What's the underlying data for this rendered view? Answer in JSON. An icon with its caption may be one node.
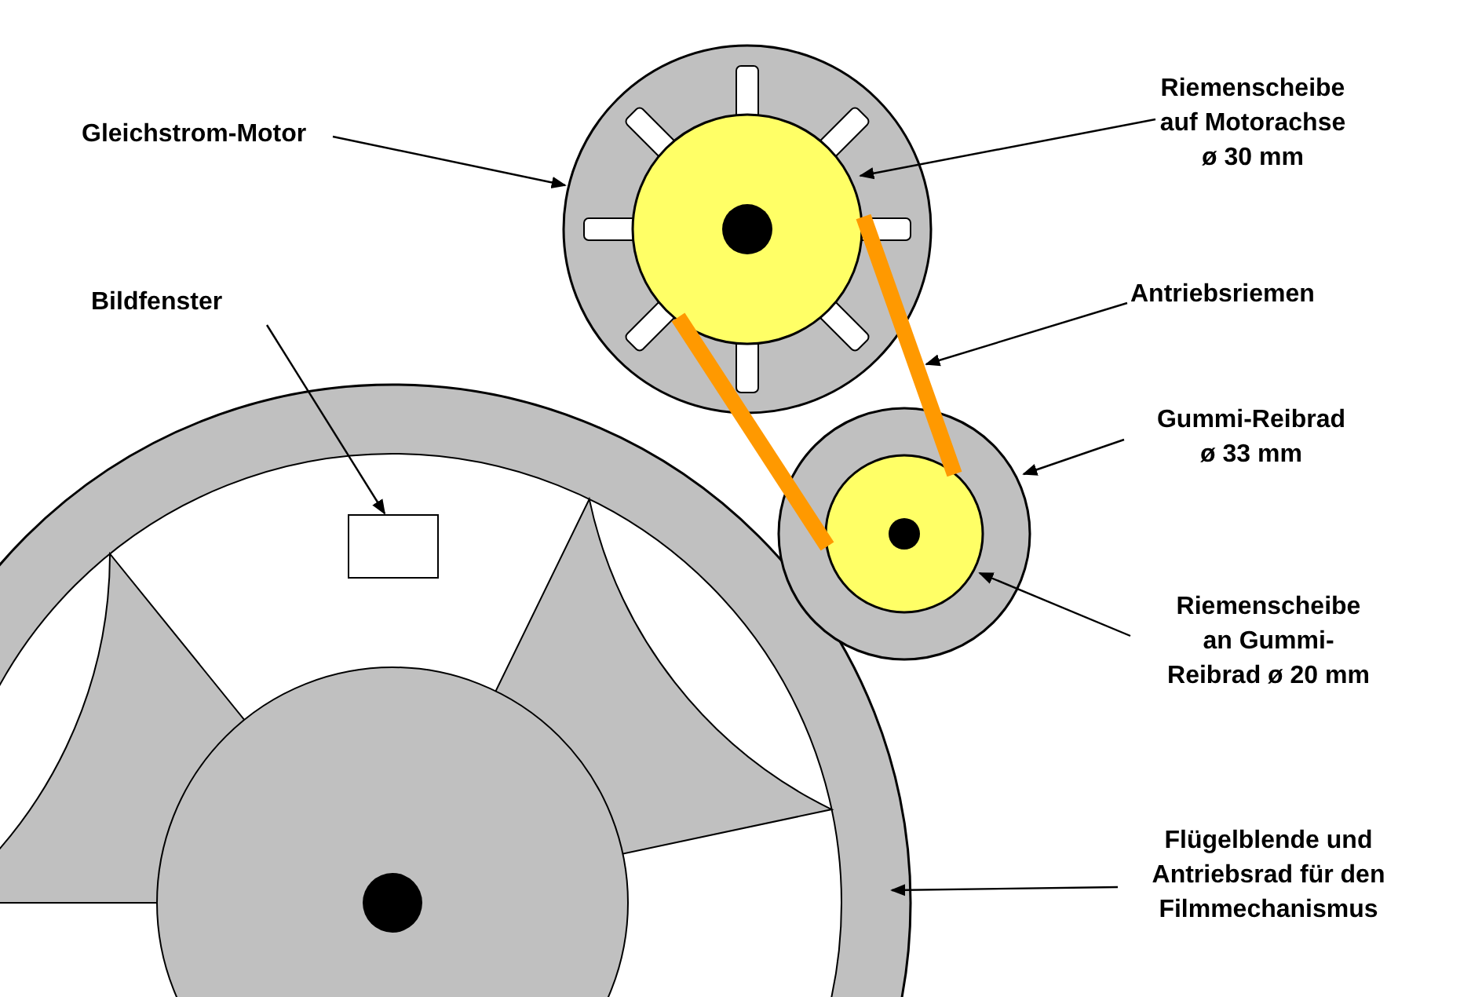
{
  "diagram": {
    "nodes": [
      {
        "text": [
          "Gleichstrom-Motor"
        ]
      },
      {
        "text": [],
        "shape": "circle"
      },
      {
        "text": [
          "Riemenscheibe auf Motorachse ø 30 mm"
        ]
      },
      {
        "text": [],
        "shape": "circle",
        "in": 1
      },
      {
        "text": [
          "Bildfenster"
        ]
      },
      {
        "text": [],
        "shape": "box",
        "in": 13
      },
      {
        "text": [
          "Antriebsriemen"
        ]
      },
      {
        "text": [],
        "shape": "bar"
      },
      {
        "text": [
          "Gummi-Reibrad ø 33 mm"
        ]
      },
      {
        "text": [],
        "shape": "circle"
      },
      {
        "text": [
          "Riemenscheibe an Gummi-Reibrad ø 20 mm"
        ]
      },
      {
        "text": [],
        "shape": "circle",
        "in": 9
      },
      {
        "text": [
          "Flügelblende und Antriebsrad für den Filmmechanismus"
        ]
      },
      {
        "text": [],
        "shape": "circle"
      }
    ],
    "edges": [
      {
        "from": 0,
        "to": 1,
        "arrow": "to"
      },
      {
        "from": 2,
        "to": 3,
        "arrow": "to"
      },
      {
        "from": 4,
        "to": 5,
        "arrow": "to"
      },
      {
        "from": 6,
        "to": 7,
        "arrow": "to"
      },
      {
        "from": 8,
        "to": 9,
        "arrow": "to"
      },
      {
        "from": 10,
        "to": 11,
        "arrow": "to"
      },
      {
        "from": 12,
        "to": 13,
        "arrow": "to"
      }
    ]
  }
}
